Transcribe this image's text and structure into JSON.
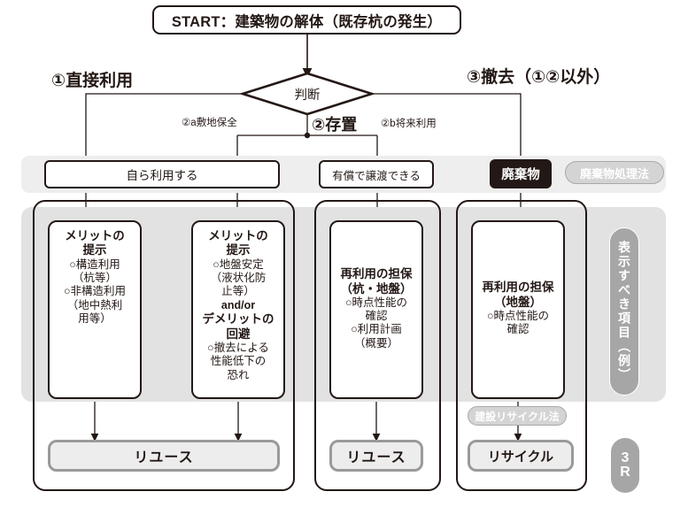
{
  "diagram": {
    "title_node": "START：建築物の解体（既存杭の発生）",
    "decision": {
      "label": "判断"
    },
    "branches": {
      "direct": "①直接利用",
      "store": "②存置",
      "remove": "③撤去（①②以外）",
      "store_a": "②a敷地保全",
      "store_b": "②b将来利用"
    },
    "decision_boxes": {
      "self_use": "自ら利用する",
      "paid_transfer": "有償で譲渡できる",
      "waste": "廃棄物"
    },
    "law_pills": {
      "waste_law": "廃棄物処理法",
      "construction_recycle_law": "建設リサイクル法"
    },
    "detail_boxes": [
      {
        "name": "merit-structural",
        "lines": [
          {
            "text": "メリットの",
            "style": "hd"
          },
          {
            "text": "提示",
            "style": "hd"
          },
          {
            "text": "○構造利用",
            "style": "bl"
          },
          {
            "text": "（杭等）",
            "style": "bl"
          },
          {
            "text": "○非構造利用",
            "style": "bl"
          },
          {
            "text": "（地中熱利",
            "style": "bl"
          },
          {
            "text": "用等）",
            "style": "bl"
          }
        ]
      },
      {
        "name": "merit-ground",
        "lines": [
          {
            "text": "メリットの",
            "style": "hd"
          },
          {
            "text": "提示",
            "style": "hd"
          },
          {
            "text": "○地盤安定",
            "style": "bl"
          },
          {
            "text": "（液状化防",
            "style": "bl"
          },
          {
            "text": "止等）",
            "style": "bl"
          },
          {
            "text": "and/or",
            "style": "mid"
          },
          {
            "text": "デメリットの",
            "style": "hd"
          },
          {
            "text": "回避",
            "style": "hd"
          },
          {
            "text": "○撤去による",
            "style": "bl"
          },
          {
            "text": "性能低下の",
            "style": "bl"
          },
          {
            "text": "恐れ",
            "style": "bl"
          }
        ]
      },
      {
        "name": "reuse-guarantee-pile-ground",
        "lines": [
          {
            "text": "再利用の担保",
            "style": "hd"
          },
          {
            "text": "（杭・地盤）",
            "style": "hd"
          },
          {
            "text": "○時点性能の",
            "style": "bl"
          },
          {
            "text": "確認",
            "style": "bl"
          },
          {
            "text": "○利用計画",
            "style": "bl"
          },
          {
            "text": "（概要）",
            "style": "bl"
          }
        ]
      },
      {
        "name": "reuse-guarantee-ground",
        "lines": [
          {
            "text": "再利用の担保",
            "style": "hd"
          },
          {
            "text": "（地盤）",
            "style": "hd"
          },
          {
            "text": "○時点性能の",
            "style": "bl"
          },
          {
            "text": "確認",
            "style": "bl"
          }
        ]
      }
    ],
    "results": {
      "reuse_left": "リユース",
      "reuse_mid": "リユース",
      "recycle": "リサイクル"
    },
    "side_pills": {
      "display_items": "表示すべき項目（例）",
      "three_r_top": "3",
      "three_r_bottom": "R"
    },
    "colors": {
      "ink": "#231815",
      "band_light": "#eeeeee",
      "band_mid": "#e2e2e2",
      "pill_gray": "#a6a6a6",
      "pill_light": "#d4d4d4",
      "result_fill": "#ededed",
      "result_border": "#9a9a9a"
    }
  }
}
